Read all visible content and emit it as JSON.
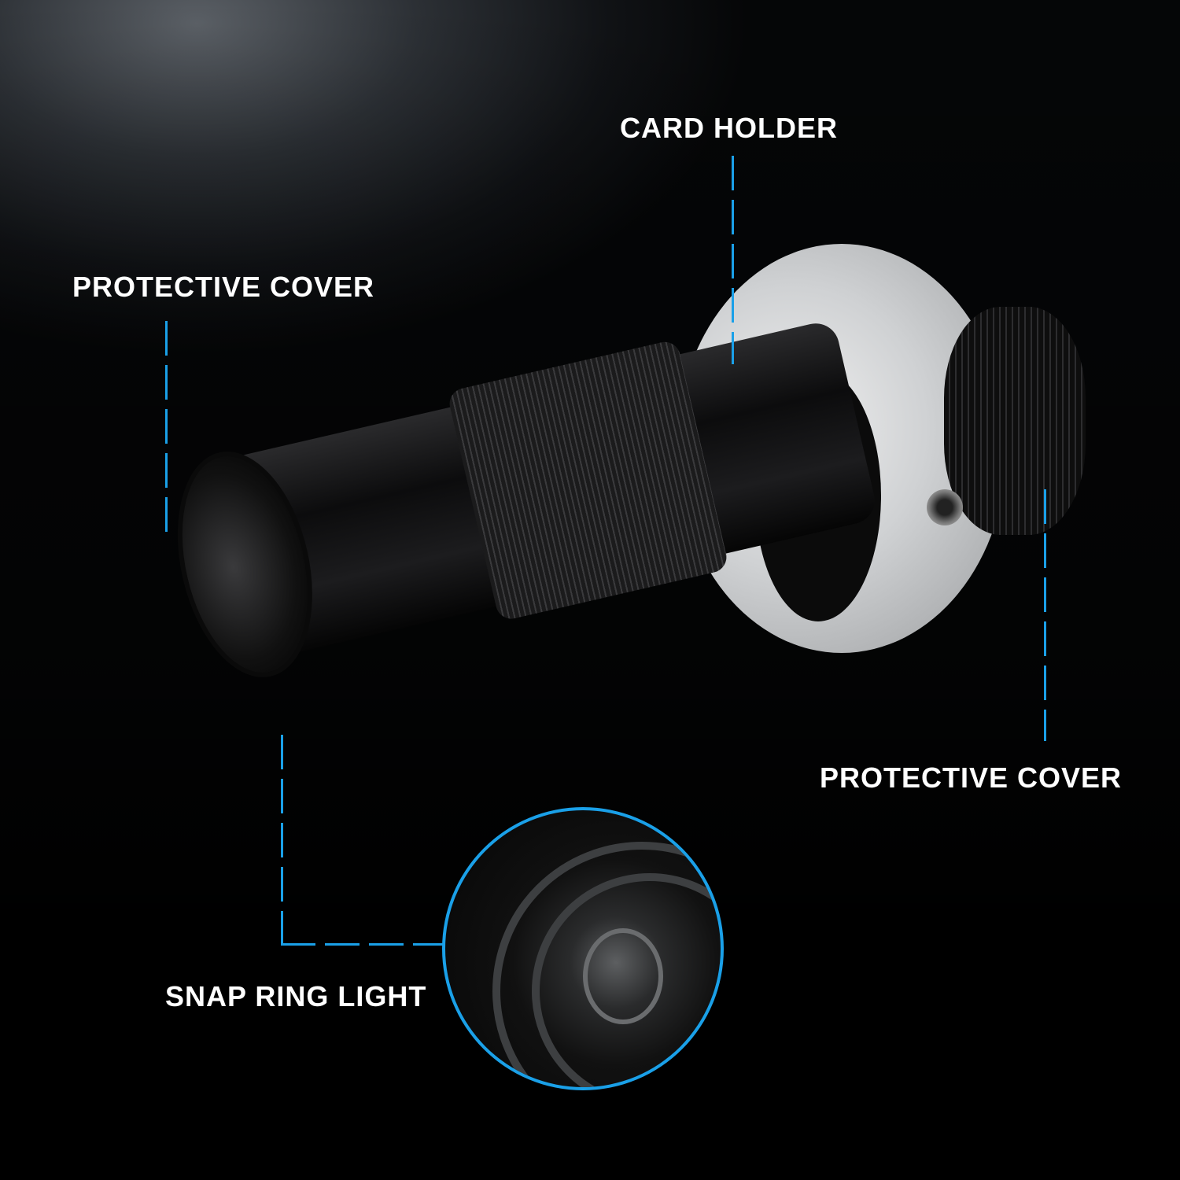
{
  "labels": {
    "card_holder": "CARD HOLDER",
    "protective_cover_left": "PROTECTIVE COVER",
    "protective_cover_right": "PROTECTIVE COVER",
    "snap_ring_light": "SNAP RING LIGHT"
  },
  "colors": {
    "callout_line": "#1aa0e8",
    "text": "#ffffff",
    "background": "#000000"
  }
}
